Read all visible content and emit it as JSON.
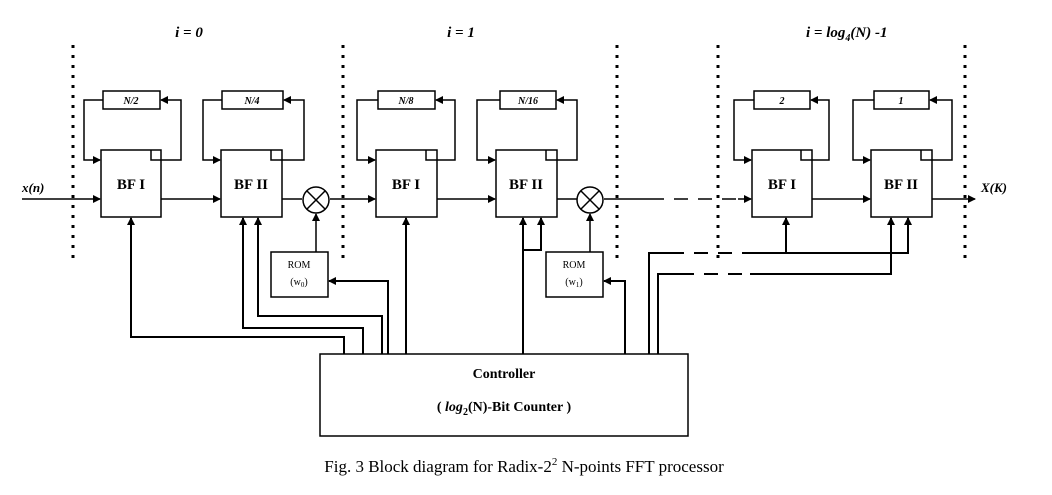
{
  "stages": [
    {
      "label": "i = 0"
    },
    {
      "label": "i = 1"
    },
    {
      "label_main": "i = log",
      "label_sub": "4",
      "label_tail": "(N) -1"
    }
  ],
  "blocks": {
    "bf1_label": "BF I",
    "bf2_label": "BF II",
    "bf3_label": "BF I",
    "bf4_label": "BF II",
    "bf5_label": "BF I",
    "bf6_label": "BF II"
  },
  "delays": [
    "N/2",
    "N/4",
    "N/8",
    "N/16",
    "2",
    "1"
  ],
  "roms": [
    {
      "title": "ROM",
      "sub_main": "(w",
      "sub_index": "0",
      "sub_tail": ")"
    },
    {
      "title": "ROM",
      "sub_main": "(w",
      "sub_index": "1",
      "sub_tail": ")"
    }
  ],
  "io": {
    "input": "x(n)",
    "output": "X(K)"
  },
  "controller": {
    "title": "Controller",
    "sub_pre": "( ",
    "sub_log": "log",
    "sub_index": "2",
    "sub_tail": "(N)-Bit Counter )"
  },
  "caption": {
    "prefix": "Fig. 3    Block diagram for Radix-2",
    "sup": "2",
    "suffix": " N-points FFT processor"
  }
}
